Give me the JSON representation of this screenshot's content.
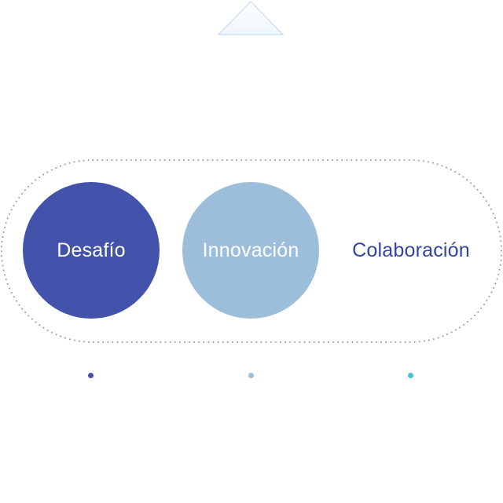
{
  "colors": {
    "primary": "#4352aa",
    "secondary": "#9dbedb",
    "teal": "#3cc7d2",
    "outline": "#9aa0a8",
    "text_on_circle": "#ffffff",
    "label_text": "#3344a0",
    "triangle_stroke": "#c5dcf0"
  },
  "items": [
    {
      "label": "Desafío",
      "icon": "circle-filled"
    },
    {
      "label": "Innovación",
      "icon": "circle-filled"
    },
    {
      "label": "Colaboración",
      "icon": "text-only"
    }
  ]
}
